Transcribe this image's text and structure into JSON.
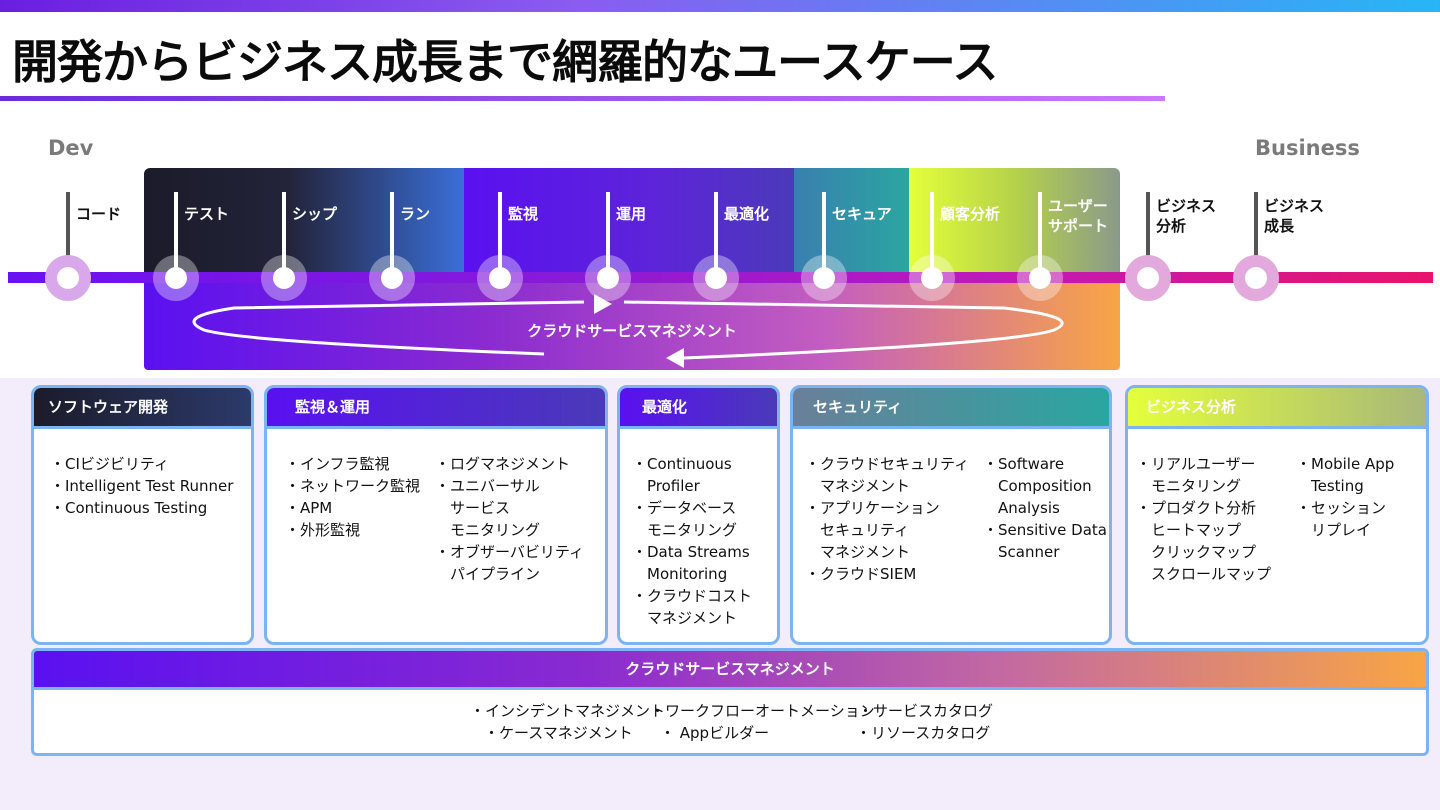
{
  "title": "開発からビジネス成長まで網羅的なユースケース",
  "dev_label": "Dev",
  "business_label": "Business",
  "stages": [
    {
      "label": "コード"
    },
    {
      "label": "テスト"
    },
    {
      "label": "シップ"
    },
    {
      "label": "ラン"
    },
    {
      "label": "監視"
    },
    {
      "label": "運用"
    },
    {
      "label": "最適化"
    },
    {
      "label": "セキュア"
    },
    {
      "label": "顧客分析"
    },
    {
      "label": "ユーザー\nサポート"
    },
    {
      "label": "ビジネス\n分析"
    },
    {
      "label": "ビジネス\n成長"
    }
  ],
  "loop_label": "クラウドサービスマネジメント",
  "cards": [
    {
      "title": "ソフトウェア開発",
      "col1": [
        "・CIビジビリティ",
        "・Intelligent Test Runner",
        "・Continuous Testing"
      ],
      "col2": []
    },
    {
      "title": "監視＆運用",
      "col1": [
        "・インフラ監視",
        "・ネットワーク監視",
        "・APM",
        "・外形監視"
      ],
      "col2": [
        "・ログマネジメント",
        "・ユニバーサル",
        "　サービス",
        "　モニタリング",
        "・オブザーバビリティ",
        "　パイプライン"
      ]
    },
    {
      "title": "最適化",
      "col1": [
        "・Continuous",
        "　Profiler",
        "・データベース",
        "　モニタリング",
        "・Data Streams",
        "　Monitoring",
        "・クラウドコスト",
        "　マネジメント"
      ],
      "col2": []
    },
    {
      "title": "セキュリティ",
      "col1": [
        "・クラウドセキュリティ",
        "　マネジメント",
        "・アプリケーション",
        "　セキュリティ",
        "　マネジメント",
        "・クラウドSIEM"
      ],
      "col2": [
        "・Software",
        "　Composition",
        "　Analysis",
        "・Sensitive Data",
        "　Scanner"
      ]
    },
    {
      "title": "ビジネス分析",
      "col1": [
        "・リアルユーザー",
        "　モニタリング",
        "・プロダクト分析",
        "　ヒートマップ",
        "　クリックマップ",
        "　スクロールマップ"
      ],
      "col2": [
        "・Mobile App",
        "　Testing",
        "・セッション",
        "　リプレイ"
      ]
    }
  ],
  "cloud_card": {
    "title": "クラウドサービスマネジメント",
    "items": [
      "・インシデントマネジメント",
      "・ケースマネジメント",
      "・ワークフローオートメーション",
      "・ Appビルダー",
      "・サービスカタログ",
      "・リソースカタログ"
    ]
  }
}
